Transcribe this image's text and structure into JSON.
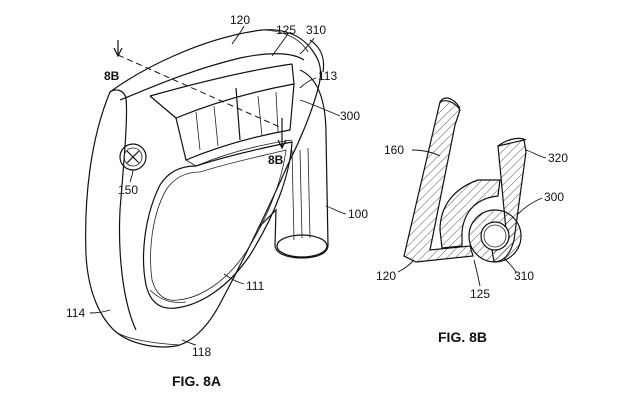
{
  "fig8a": {
    "caption": "FIG. 8A",
    "section_marker_top": "8B",
    "section_marker_bottom": "8B",
    "labels": {
      "r120": "120",
      "r125": "125",
      "r310": "310",
      "r113": "113",
      "r300": "300",
      "r150": "150",
      "r100": "100",
      "r111": "111",
      "r114": "114",
      "r118": "118"
    }
  },
  "fig8b": {
    "caption": "FIG. 8B",
    "labels": {
      "r160": "160",
      "r320": "320",
      "r300": "300",
      "r120": "120",
      "r125": "125",
      "r310": "310"
    }
  }
}
